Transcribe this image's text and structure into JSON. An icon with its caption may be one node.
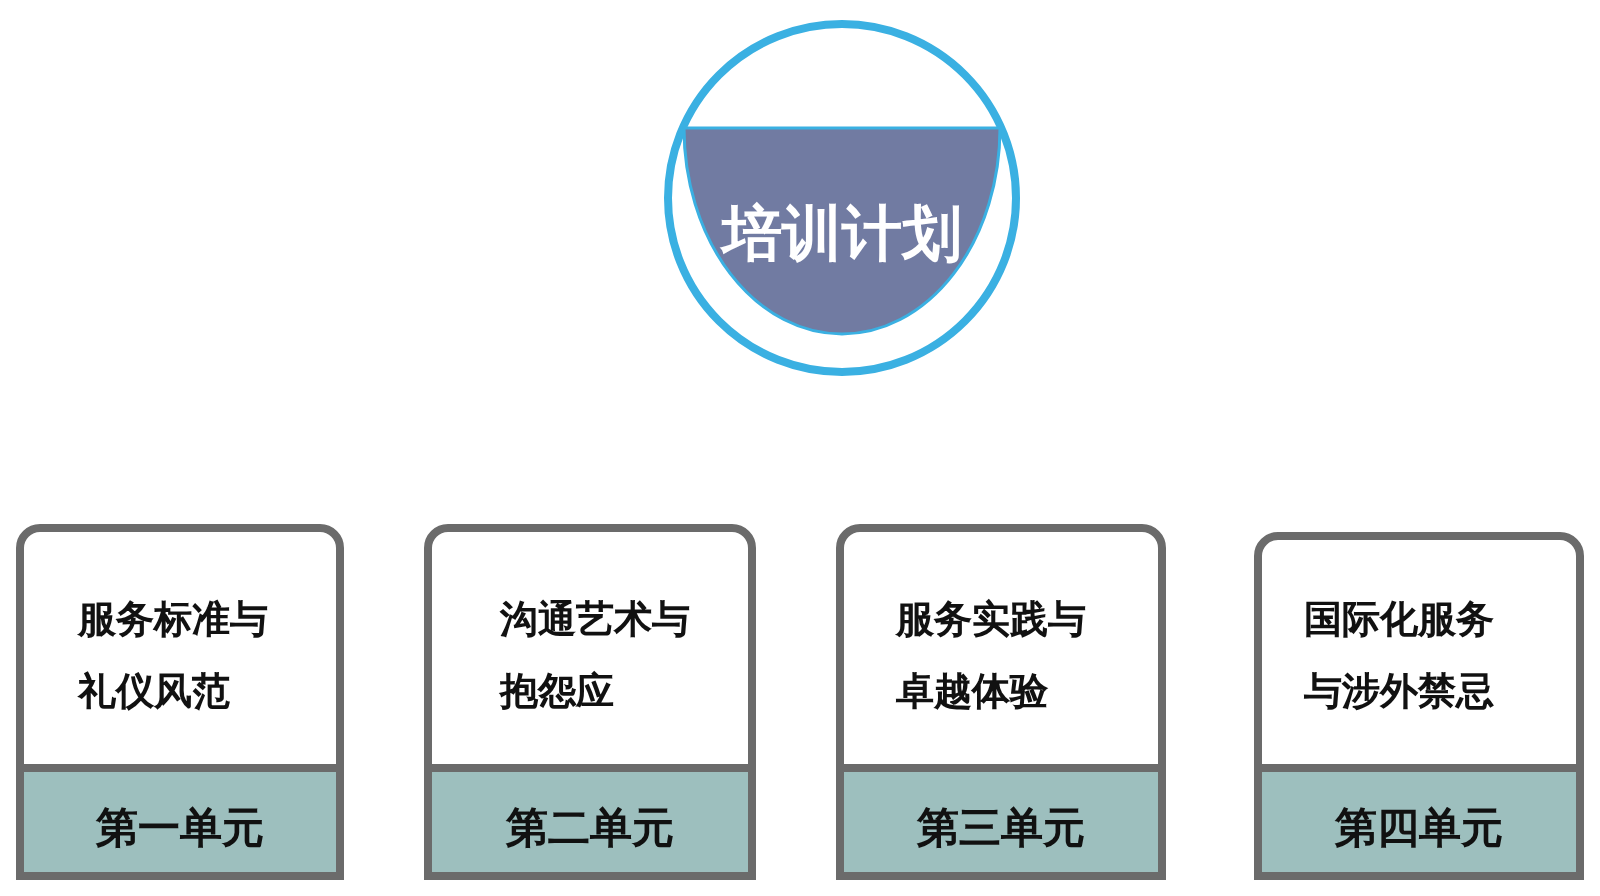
{
  "diagram": {
    "nodes": [
      {
        "text": [
          "培训计划"
        ]
      },
      {
        "text": [
          "服务标准与礼仪风范",
          "第一单元"
        ]
      },
      {
        "text": [
          "沟通艺术与抱怨应",
          "第二单元"
        ]
      },
      {
        "text": [
          "服务实践与卓越体验",
          "第三单元"
        ]
      },
      {
        "text": [
          "国际化服务与涉外禁忌",
          "第四单元"
        ]
      }
    ]
  }
}
